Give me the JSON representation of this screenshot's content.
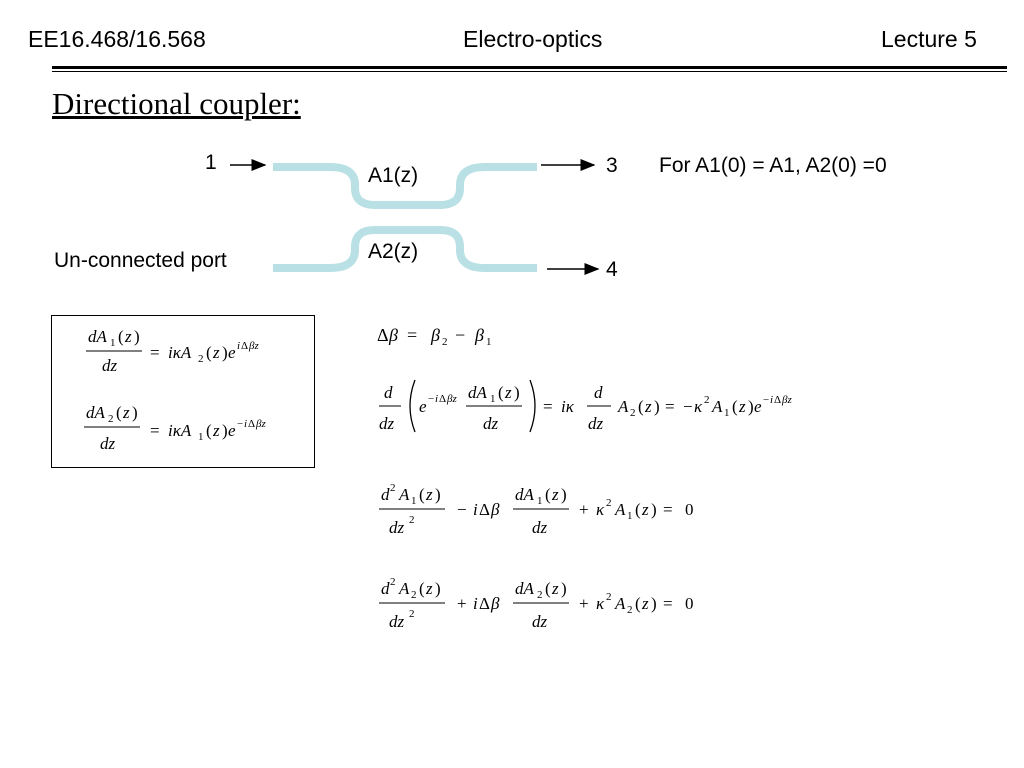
{
  "header": {
    "course": "EE16.468/16.568",
    "topic": "Electro-optics",
    "lecture": "Lecture 5"
  },
  "title": "Directional coupler:",
  "diagram": {
    "port_1": "1",
    "port_3": "3",
    "port_4": "4",
    "unconnected": "Un-connected port",
    "a1": "A1(z)",
    "a2": "A2(z)",
    "condition": "For A1(0) = A1, A2(0) =0",
    "waveguide_color": "#b9e0e4"
  },
  "equations": {
    "coupled_1": "dA1(z)/dz = iκA2(z)e^{iΔβz}",
    "coupled_2": "dA2(z)/dz = iκA1(z)e^{-iΔβz}",
    "delta_beta": "Δβ = β2 − β1",
    "derivation": "d/dz ( e^{-iΔβz} dA1(z)/dz ) = iκ d/dz A2(z) = −κ² A1(z) e^{-iΔβz}",
    "ode_1": "d²A1(z)/dz² − iΔβ dA1(z)/dz + κ²A1(z) = 0",
    "ode_2": "d²A2(z)/dz² + iΔβ dA2(z)/dz + κ²A2(z) = 0"
  }
}
